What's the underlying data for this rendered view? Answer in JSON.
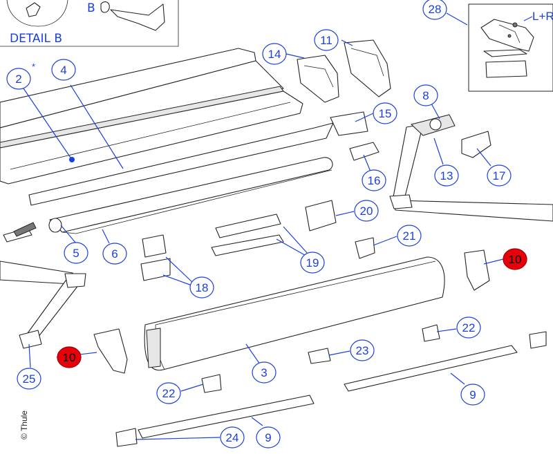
{
  "detail": {
    "title": "DETAIL B",
    "letter": "B"
  },
  "inset": {
    "side_label": "L+R"
  },
  "copyright": "© Thule",
  "colors": {
    "callout_blue": "#1a3fe0",
    "highlight_red": "#e8000b"
  },
  "callouts": [
    {
      "id": "c2",
      "label": "2"
    },
    {
      "id": "c2star",
      "label": "*"
    },
    {
      "id": "c4",
      "label": "4"
    },
    {
      "id": "c5",
      "label": "5"
    },
    {
      "id": "c6",
      "label": "6"
    },
    {
      "id": "c3",
      "label": "3"
    },
    {
      "id": "c8",
      "label": "8"
    },
    {
      "id": "c9a",
      "label": "9"
    },
    {
      "id": "c9b",
      "label": "9"
    },
    {
      "id": "c10a",
      "label": "10"
    },
    {
      "id": "c10b",
      "label": "10"
    },
    {
      "id": "c11",
      "label": "11"
    },
    {
      "id": "c13",
      "label": "13"
    },
    {
      "id": "c14",
      "label": "14"
    },
    {
      "id": "c15",
      "label": "15"
    },
    {
      "id": "c16",
      "label": "16"
    },
    {
      "id": "c17",
      "label": "17"
    },
    {
      "id": "c18",
      "label": "18"
    },
    {
      "id": "c19",
      "label": "19"
    },
    {
      "id": "c20",
      "label": "20"
    },
    {
      "id": "c21",
      "label": "21"
    },
    {
      "id": "c22a",
      "label": "22"
    },
    {
      "id": "c22b",
      "label": "22"
    },
    {
      "id": "c23",
      "label": "23"
    },
    {
      "id": "c24",
      "label": "24"
    },
    {
      "id": "c25",
      "label": "25"
    },
    {
      "id": "c28",
      "label": "28"
    }
  ]
}
